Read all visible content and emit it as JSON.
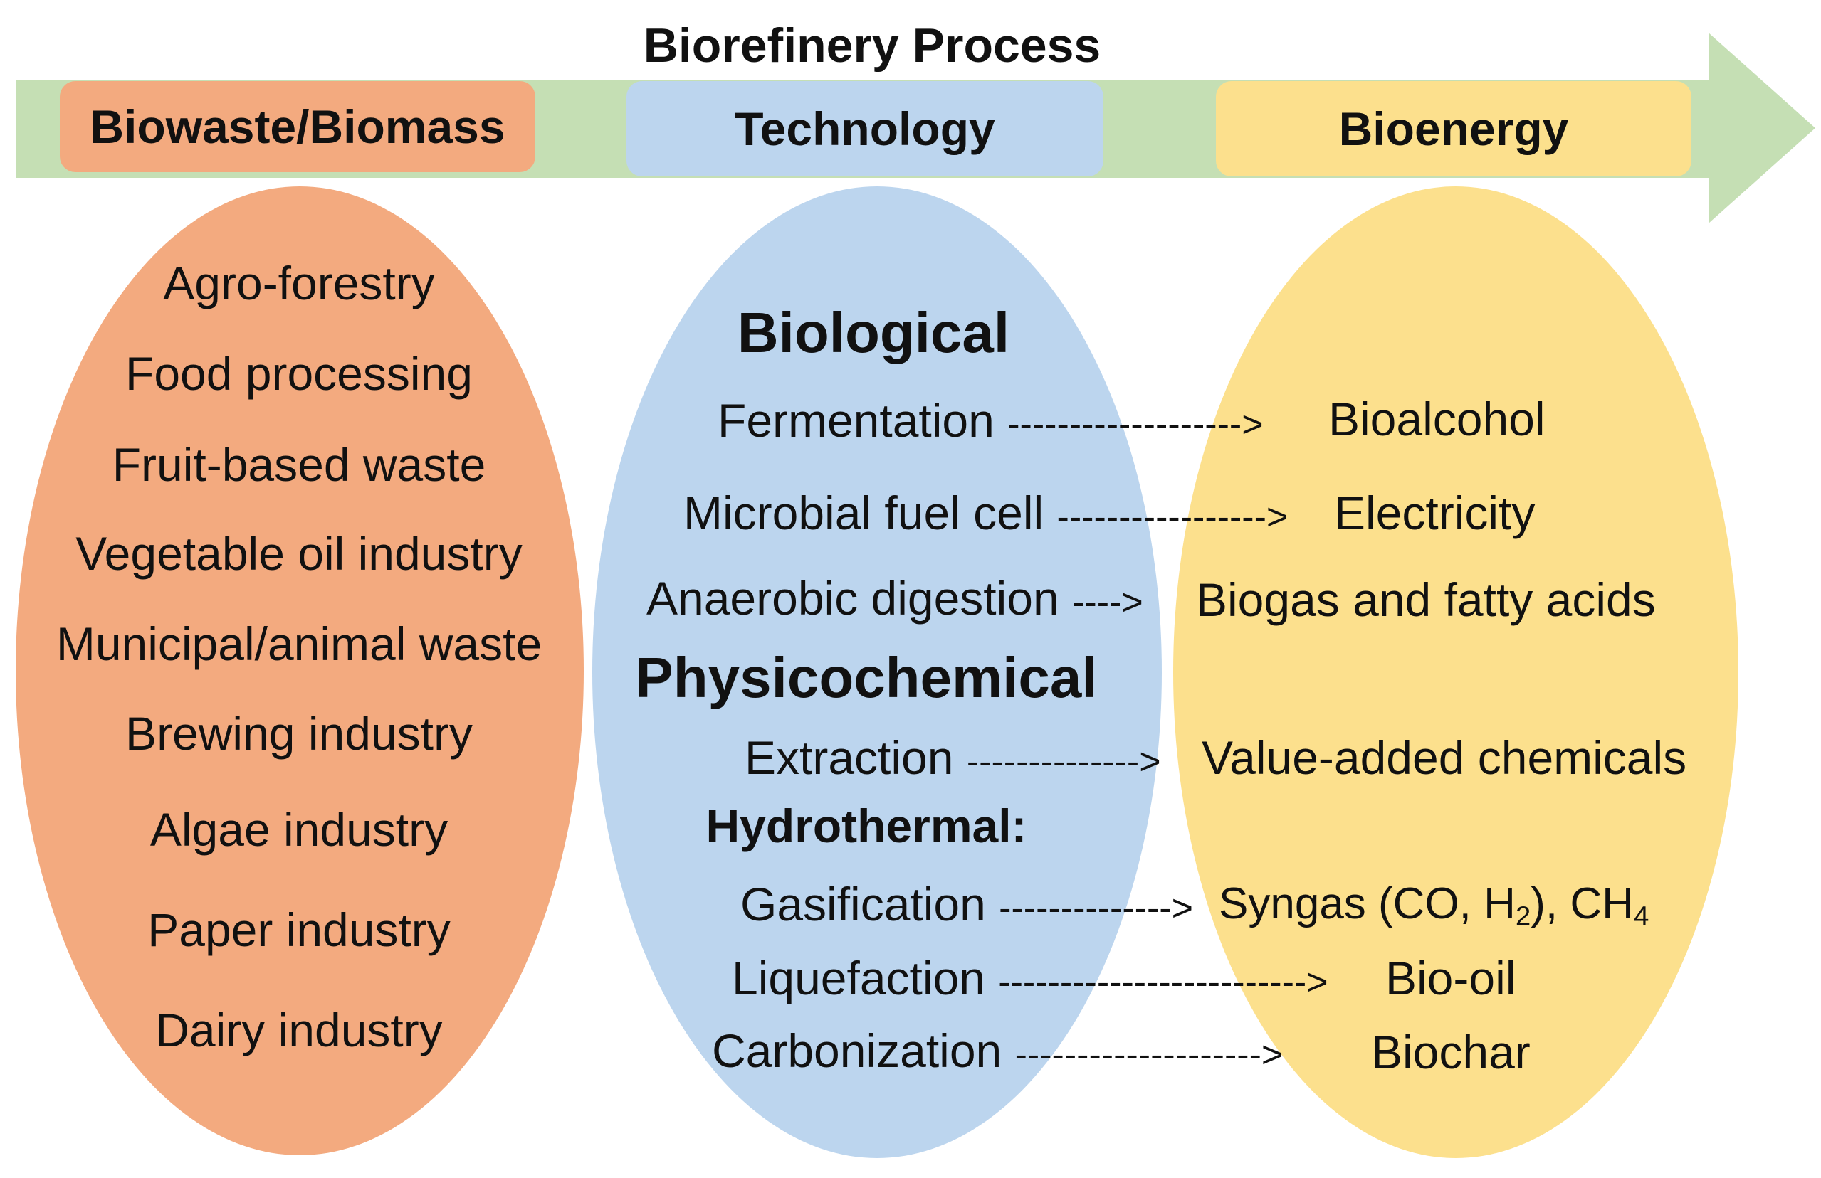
{
  "title": "Biorefinery Process",
  "stages": {
    "biomass": "Biowaste/Biomass",
    "technology": "Technology",
    "energy": "Bioenergy"
  },
  "sources": [
    "Agro-forestry",
    "Food processing",
    "Fruit-based waste",
    "Vegetable oil industry",
    "Municipal/animal waste",
    "Brewing industry",
    "Algae industry",
    "Paper industry",
    "Dairy industry"
  ],
  "technology": {
    "biological": "Biological",
    "physicochemical": "Physicochemical",
    "hydrothermal": "Hydrothermal:",
    "fermentation": "Fermentation",
    "microbial_fuel_cell": "Microbial fuel cell",
    "anaerobic_digestion": "Anaerobic digestion",
    "extraction": "Extraction",
    "gasification": "Gasification",
    "liquefaction": "Liquefaction",
    "carbonization": "Carbonization"
  },
  "products": {
    "bioalcohol": "Bioalcohol",
    "electricity": "Electricity",
    "biogas": "Biogas and fatty acids",
    "chemicals": "Value-added chemicals",
    "syngas_a": "Syngas (CO, H",
    "syngas_sub2": "2",
    "syngas_b": "), CH",
    "syngas_sub4": "4",
    "biooil": "Bio-oil",
    "biochar": "Biochar"
  },
  "connectors": {
    "fermentation": "------------------->",
    "microbial": "----------------->",
    "anaerobic": "---->",
    "extraction": "-------------->",
    "gasification": "-------------->",
    "liquefaction": "------------------------->",
    "carbonization": "-------------------->"
  },
  "colors": {
    "arrow": "#c5dfb4",
    "biomass": "#f3aa7f",
    "technology": "#bcd5ee",
    "energy": "#fce08d"
  }
}
